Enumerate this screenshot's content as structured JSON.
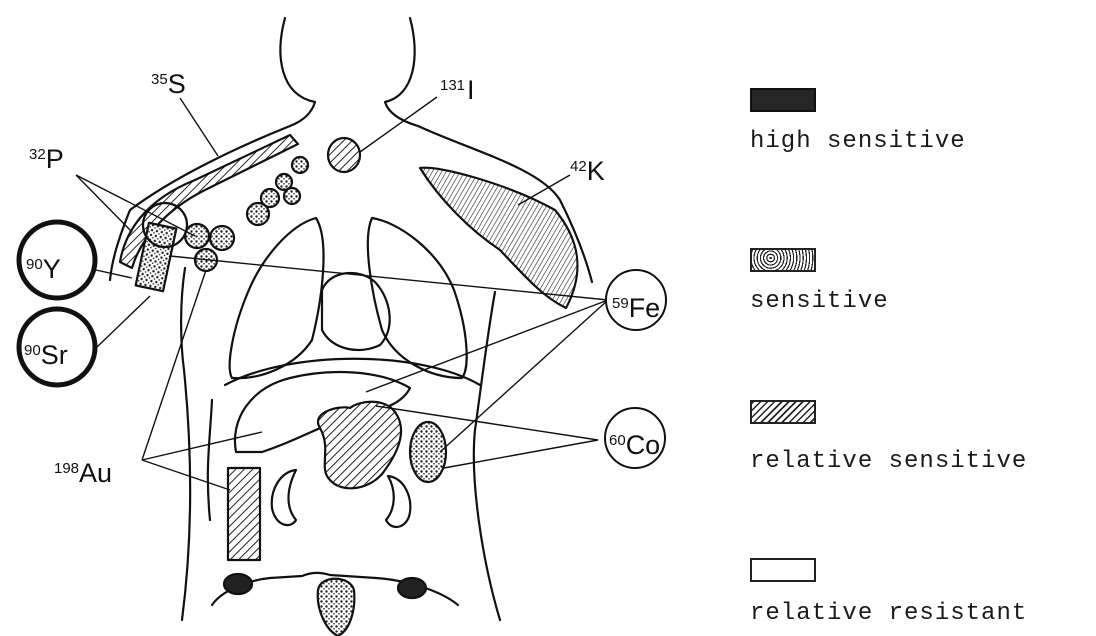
{
  "isotopes": {
    "s35": {
      "mass": "35",
      "symbol": "S"
    },
    "i131": {
      "mass": "131",
      "symbol": "I"
    },
    "p32": {
      "mass": "32",
      "symbol": "P"
    },
    "k42": {
      "mass": "42",
      "symbol": "K"
    },
    "y90": {
      "mass": "90",
      "symbol": "Y"
    },
    "sr90": {
      "mass": "90",
      "symbol": "Sr"
    },
    "fe59": {
      "mass": "59",
      "symbol": "Fe"
    },
    "co60": {
      "mass": "60",
      "symbol": "Co"
    },
    "au198": {
      "mass": "198",
      "symbol": "Au"
    }
  },
  "legend": {
    "high": "high sensitive",
    "sensitive": "sensitive",
    "relative_sensitive": "relative sensitive",
    "relative_resistant": "relative resistant"
  }
}
